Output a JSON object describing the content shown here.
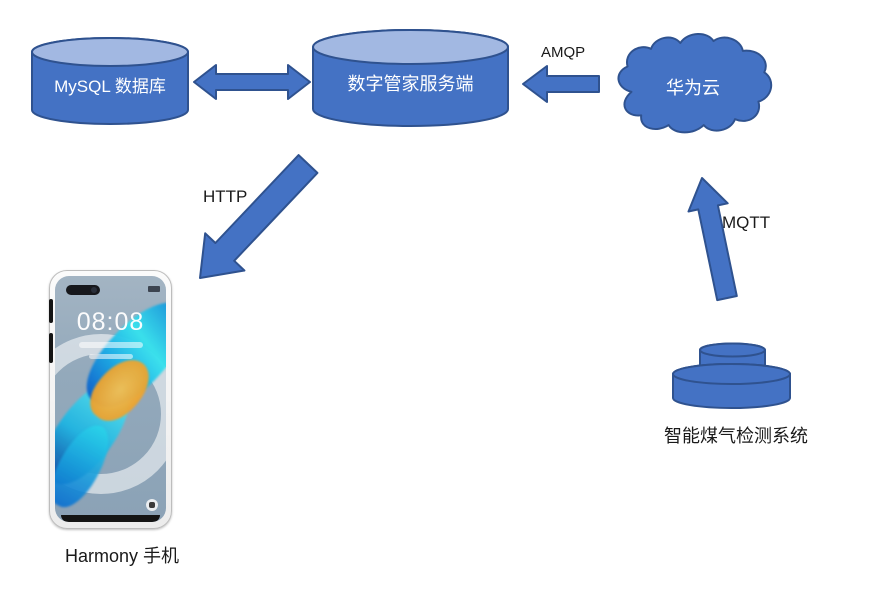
{
  "diagram": {
    "nodes": {
      "mysql": {
        "label": "MySQL 数据库",
        "type": "cylinder"
      },
      "server": {
        "label": "数字管家服务端",
        "type": "cylinder"
      },
      "cloud": {
        "label": "华为云",
        "type": "cloud"
      },
      "gas": {
        "label": "智能煤气检测系统",
        "type": "device"
      },
      "phone": {
        "label": "Harmony 手机",
        "clock": "08:08"
      }
    },
    "edges": {
      "mysql_server": {
        "label": "",
        "type": "double-arrow"
      },
      "amqp": {
        "label": "AMQP",
        "type": "arrow-left"
      },
      "http": {
        "label": "HTTP",
        "type": "arrow-down-left"
      },
      "mqtt": {
        "label": "MQTT",
        "type": "arrow-up"
      }
    },
    "colors": {
      "shape-fill": "#4472C4",
      "shape-stroke": "#2F528F",
      "cyl-top": "#A2B8E2",
      "label-color": "#1a1a1a",
      "node-text": "#ffffff"
    }
  }
}
